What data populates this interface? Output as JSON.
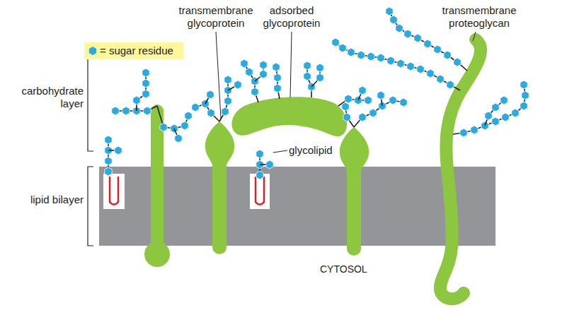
{
  "diagram": {
    "labels": [
      "transmembrane glycoprotein",
      "adsorbed glycoprotein",
      "transmembrane proteoglycan",
      "carbohydrate layer",
      "glycolipid",
      "lipid bilayer",
      "CYTOSOL"
    ],
    "legend": [
      {
        "text": "= sugar residue"
      }
    ]
  }
}
